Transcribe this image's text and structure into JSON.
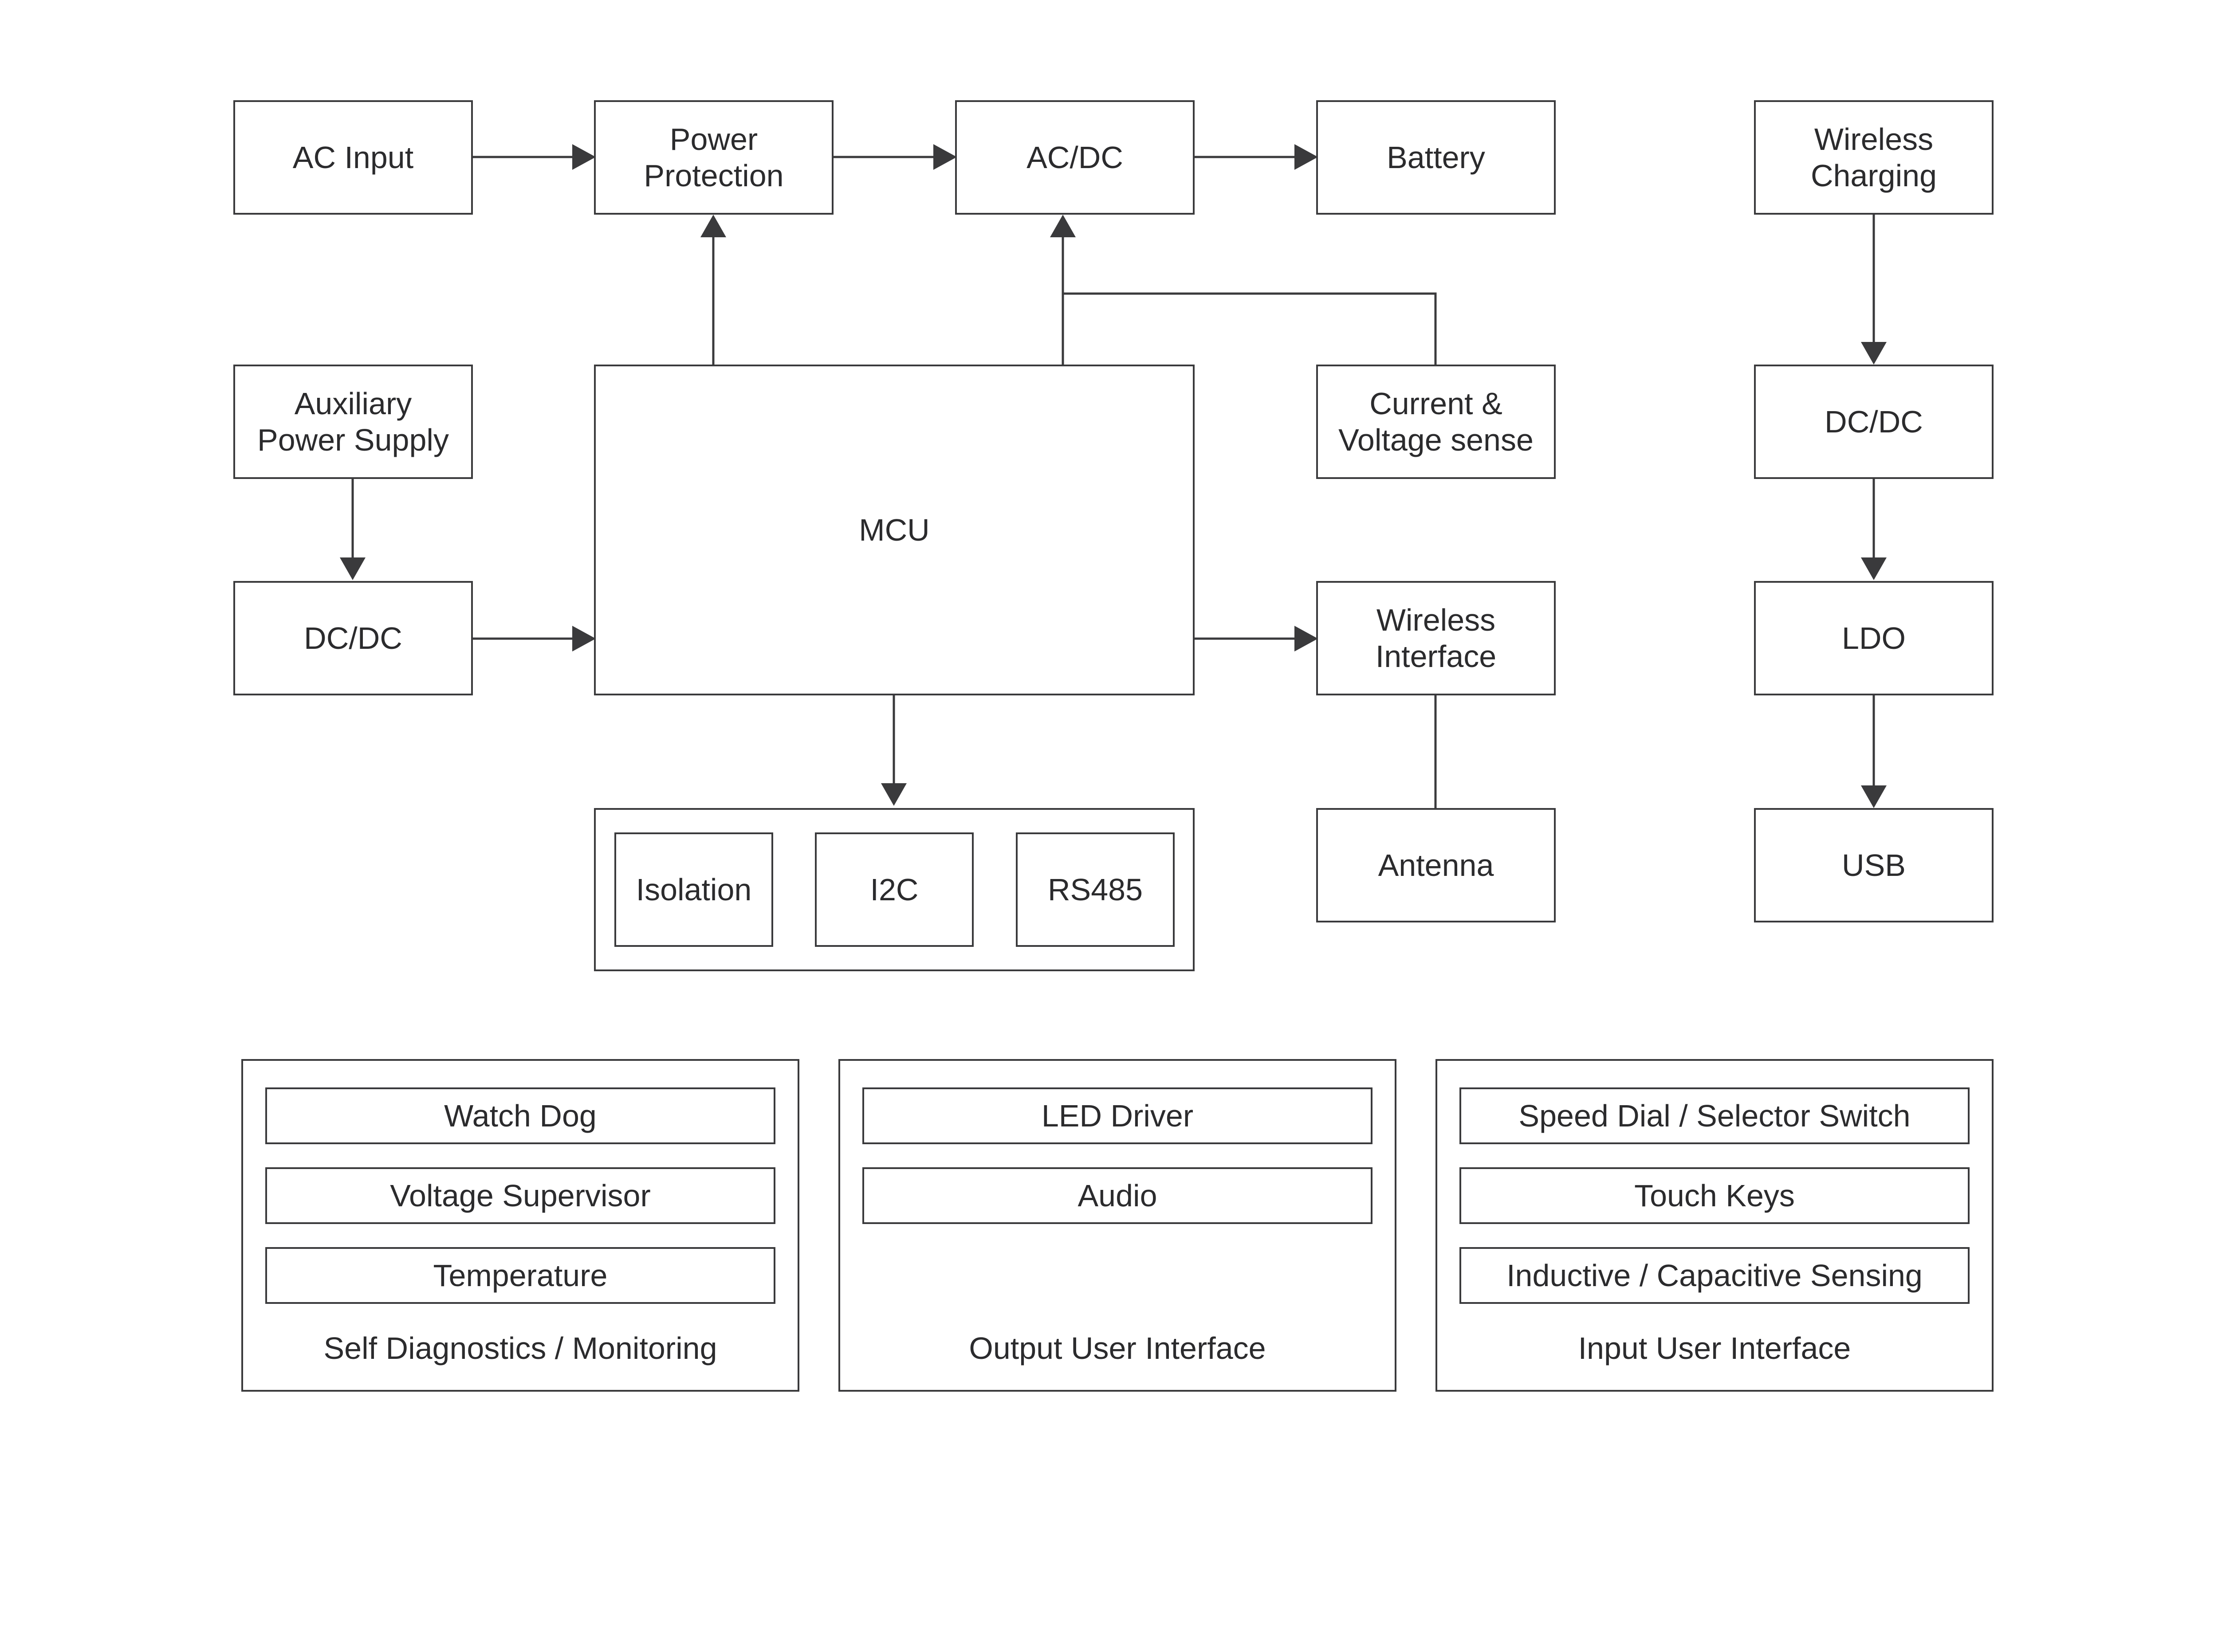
{
  "colors": {
    "stroke": "#3a3a3c",
    "text": "#2b2b2d",
    "background": "#ffffff"
  },
  "blocks": {
    "ac_input": "AC Input",
    "power_protection": "Power\nProtection",
    "ac_dc": "AC/DC",
    "battery": "Battery",
    "wireless_charging": "Wireless\nCharging",
    "auxiliary_power_supply": "Auxiliary\nPower Supply",
    "dc_dc_left": "DC/DC",
    "mcu": "MCU",
    "current_voltage_sense": "Current &\nVoltage sense",
    "wireless_interface": "Wireless\nInterface",
    "antenna": "Antenna",
    "dc_dc_right": "DC/DC",
    "ldo": "LDO",
    "usb": "USB",
    "isolation": "Isolation",
    "i2c": "I2C",
    "rs485": "RS485"
  },
  "groups": {
    "self_diagnostics": {
      "label": "Self Diagnostics / Monitoring",
      "items": [
        "Watch Dog",
        "Voltage Supervisor",
        "Temperature"
      ]
    },
    "output_ui": {
      "label": "Output User Interface",
      "items": [
        "LED Driver",
        "Audio"
      ]
    },
    "input_ui": {
      "label": "Input User Interface",
      "items": [
        "Speed Dial / Selector Switch",
        "Touch Keys",
        "Inductive / Capacitive Sensing"
      ]
    }
  }
}
